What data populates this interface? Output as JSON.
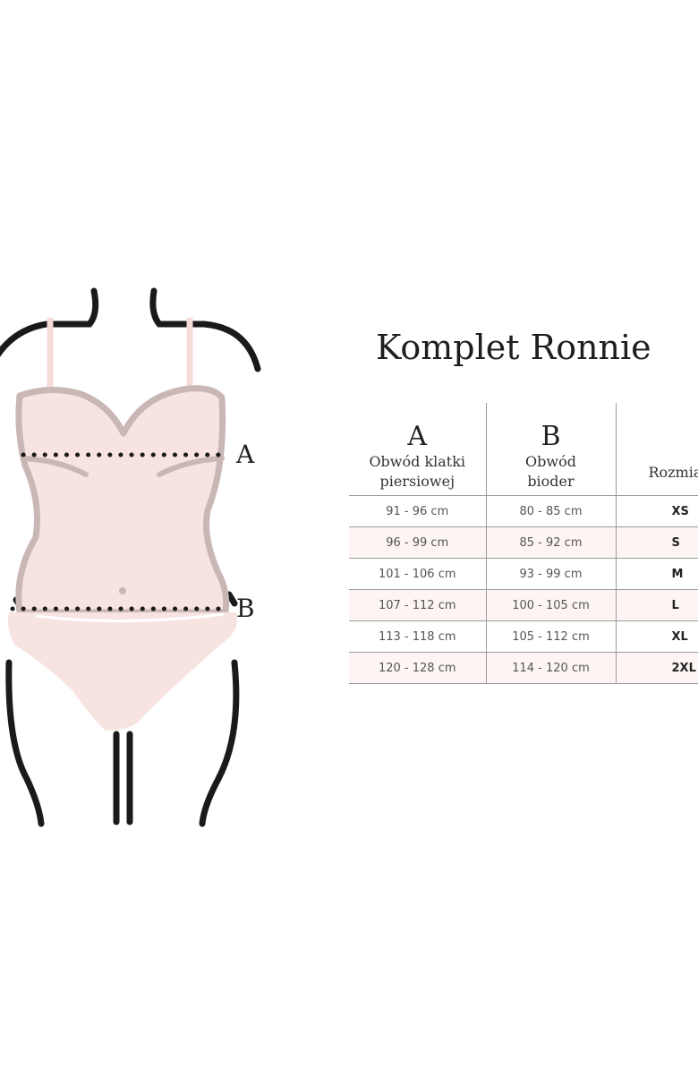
{
  "title": "Komplet Ronnie",
  "markers": {
    "a": "A",
    "b": "B"
  },
  "colors": {
    "garment": "#f7e4e1",
    "outline": "#c9b7b5",
    "body_line": "#1a1a1a"
  },
  "table": {
    "headers": [
      {
        "letter": "A",
        "line1": "Obwód klatki",
        "line2": "piersiowej"
      },
      {
        "letter": "B",
        "line1": "Obwód",
        "line2": "bioder"
      },
      {
        "letter": "",
        "line1": "Rozmiar",
        "line2": ""
      }
    ],
    "rows": [
      {
        "chest": "91 - 96 cm",
        "hips": "80 - 85 cm",
        "size": "XS"
      },
      {
        "chest": "96 - 99 cm",
        "hips": "85 - 92 cm",
        "size": "S"
      },
      {
        "chest": "101 - 106 cm",
        "hips": "93 - 99 cm",
        "size": "M"
      },
      {
        "chest": "107 - 112 cm",
        "hips": "100 - 105 cm",
        "size": "L"
      },
      {
        "chest": "113 - 118 cm",
        "hips": "105 - 112 cm",
        "size": "XL"
      },
      {
        "chest": "120 - 128 cm",
        "hips": "114 - 120 cm",
        "size": "2XL"
      }
    ]
  }
}
